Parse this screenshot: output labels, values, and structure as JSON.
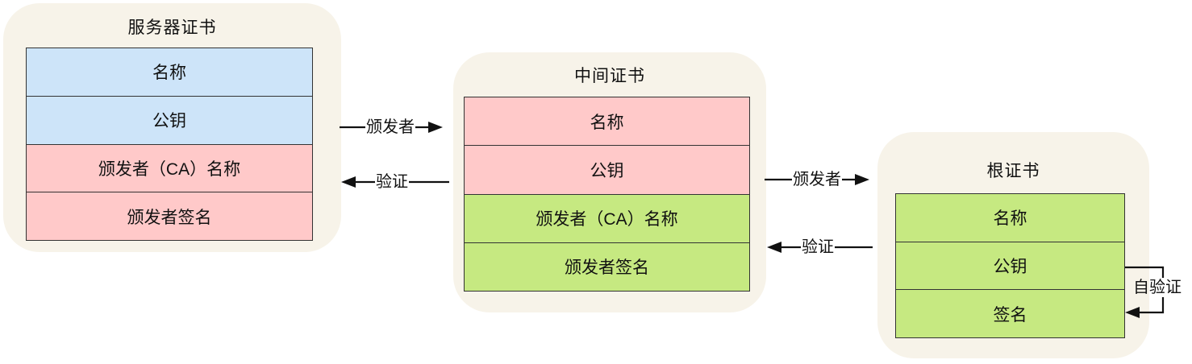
{
  "colors": {
    "container_bg": "#f7f3e9",
    "row_blue": "#cde4f9",
    "row_pink": "#ffc9c9",
    "row_green": "#c6e981",
    "table_border": "#333333",
    "arrow": "#111111",
    "page_bg": "#ffffff"
  },
  "certificates": [
    {
      "id": "server",
      "title": "服务器证书",
      "rows": [
        {
          "label": "名称",
          "color": "blue"
        },
        {
          "label": "公钥",
          "color": "blue"
        },
        {
          "label": "颁发者（CA）名称",
          "color": "pink"
        },
        {
          "label": "颁发者签名",
          "color": "pink"
        }
      ]
    },
    {
      "id": "intermediate",
      "title": "中间证书",
      "rows": [
        {
          "label": "名称",
          "color": "pink"
        },
        {
          "label": "公钥",
          "color": "pink"
        },
        {
          "label": "颁发者（CA）名称",
          "color": "green"
        },
        {
          "label": "颁发者签名",
          "color": "green"
        }
      ]
    },
    {
      "id": "root",
      "title": "根证书",
      "rows": [
        {
          "label": "名称",
          "color": "green"
        },
        {
          "label": "公钥",
          "color": "green"
        },
        {
          "label": "签名",
          "color": "green"
        }
      ]
    }
  ],
  "arrows": [
    {
      "label": "颁发者",
      "from": "服务器证书",
      "to": "中间证书",
      "direction": "right"
    },
    {
      "label": "验证",
      "from": "中间证书",
      "to": "服务器证书",
      "direction": "left"
    },
    {
      "label": "颁发者",
      "from": "中间证书",
      "to": "根证书",
      "direction": "right"
    },
    {
      "label": "验证",
      "from": "根证书",
      "to": "中间证书",
      "direction": "left"
    },
    {
      "label": "自验证",
      "from": "根证书",
      "to": "根证书",
      "direction": "self"
    }
  ]
}
